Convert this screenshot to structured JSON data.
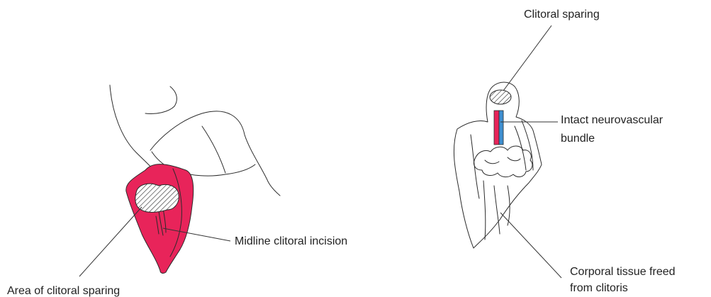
{
  "colors": {
    "tissue": "#e8245a",
    "artery": "#e8245a",
    "vein": "#3f8fd0"
  },
  "left_figure": {
    "midline_label": "Midline clitoral incision",
    "sparing_label": "Area of clitoral sparing"
  },
  "right_figure": {
    "sparing_label": "Clitoral sparing",
    "bundle_label": [
      "Intact neurovascular",
      "bundle"
    ],
    "corporal_label": [
      "Corporal tissue freed",
      "from clitoris"
    ]
  }
}
